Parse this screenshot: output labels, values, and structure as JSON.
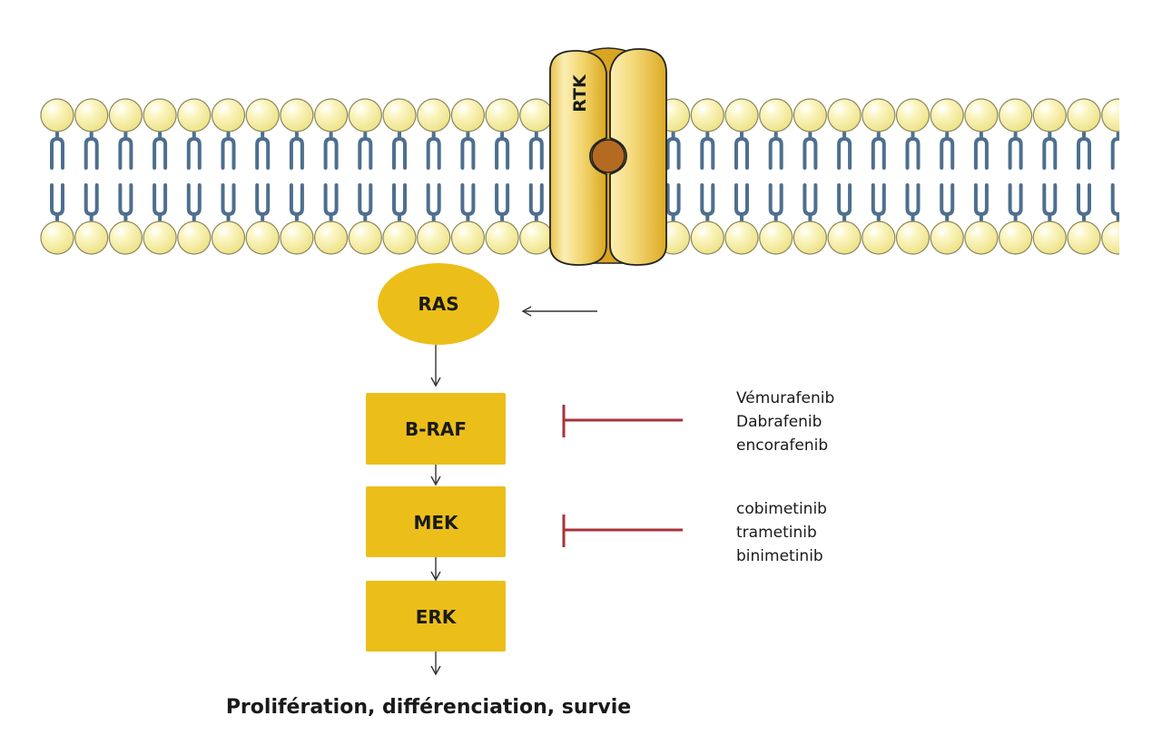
{
  "diagram": {
    "membrane": {
      "name": "lipid-bilayer",
      "head_color": "#f6ef9e",
      "head_stroke": "#8a8660",
      "tail_color": "#4e6f8e"
    },
    "receptor": {
      "label": "RTK",
      "body_color": "#f1cf55",
      "core_color": "#b56a22"
    },
    "nodes": [
      {
        "id": "ras",
        "label": "RAS",
        "shape": "ellipse",
        "color": "#ecbe1a"
      },
      {
        "id": "braf",
        "label": "B-RAF",
        "shape": "rect",
        "color": "#ecbe1a"
      },
      {
        "id": "mek",
        "label": "MEK",
        "shape": "rect",
        "color": "#ecbe1a"
      },
      {
        "id": "erk",
        "label": "ERK",
        "shape": "rect",
        "color": "#ecbe1a"
      }
    ],
    "edges": [
      {
        "from": "rtk",
        "to": "ras",
        "type": "activation"
      },
      {
        "from": "ras",
        "to": "braf",
        "type": "activation"
      },
      {
        "from": "braf",
        "to": "mek",
        "type": "activation"
      },
      {
        "from": "mek",
        "to": "erk",
        "type": "activation"
      },
      {
        "from": "erk",
        "to": "outcome",
        "type": "activation"
      }
    ],
    "inhibitors": [
      {
        "target": "braf",
        "color": "#a8333a",
        "drugs": [
          "Vémurafenib",
          "Dabrafenib",
          "encorafenib"
        ]
      },
      {
        "target": "mek",
        "color": "#a8333a",
        "drugs": [
          "cobimetinib",
          "trametinib",
          "binimetinib"
        ]
      }
    ],
    "outcome": {
      "label": "Prolifération, différenciation, survie"
    }
  }
}
